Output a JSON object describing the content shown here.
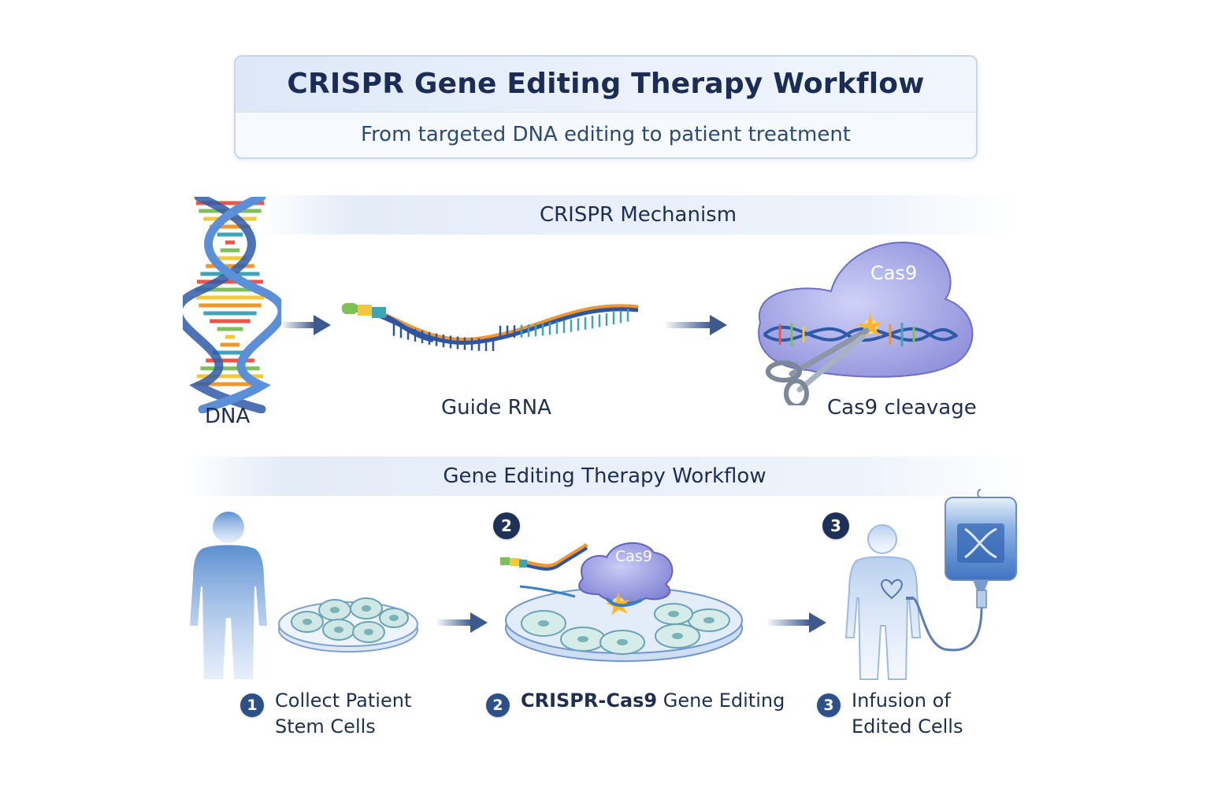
{
  "header": {
    "title": "CRISPR Gene Editing Therapy Workflow",
    "subtitle": "From targeted DNA editing to patient treatment"
  },
  "mechanism": {
    "section_title": "CRISPR Mechanism",
    "dna_label": "DNA",
    "guide_rna_label": "Guide RNA",
    "cas9_label": "Cas9",
    "cas9_cleavage_label": "Cas9 cleavage"
  },
  "workflow": {
    "section_title": "Gene Editing Therapy Workflow",
    "steps": [
      {
        "number": "1",
        "line1": "Collect Patient",
        "line2": "Stem Cells"
      },
      {
        "number": "2",
        "bold": "CRISPR-Cas9",
        "rest": " Gene Editing",
        "illustration_badge": "2",
        "cas9_label": "Cas9"
      },
      {
        "number": "3",
        "line1": "Infusion of",
        "line2": "Edited Cells",
        "illustration_badge": "3"
      }
    ]
  },
  "colors": {
    "title_text": "#1b2c55",
    "helix_blue": "#3f6fc0",
    "arrow": "#3d5a8f",
    "cas9_purple": "#8f8fdc",
    "badge": "#2e5089",
    "figure_blue": "#6d9bd6"
  }
}
